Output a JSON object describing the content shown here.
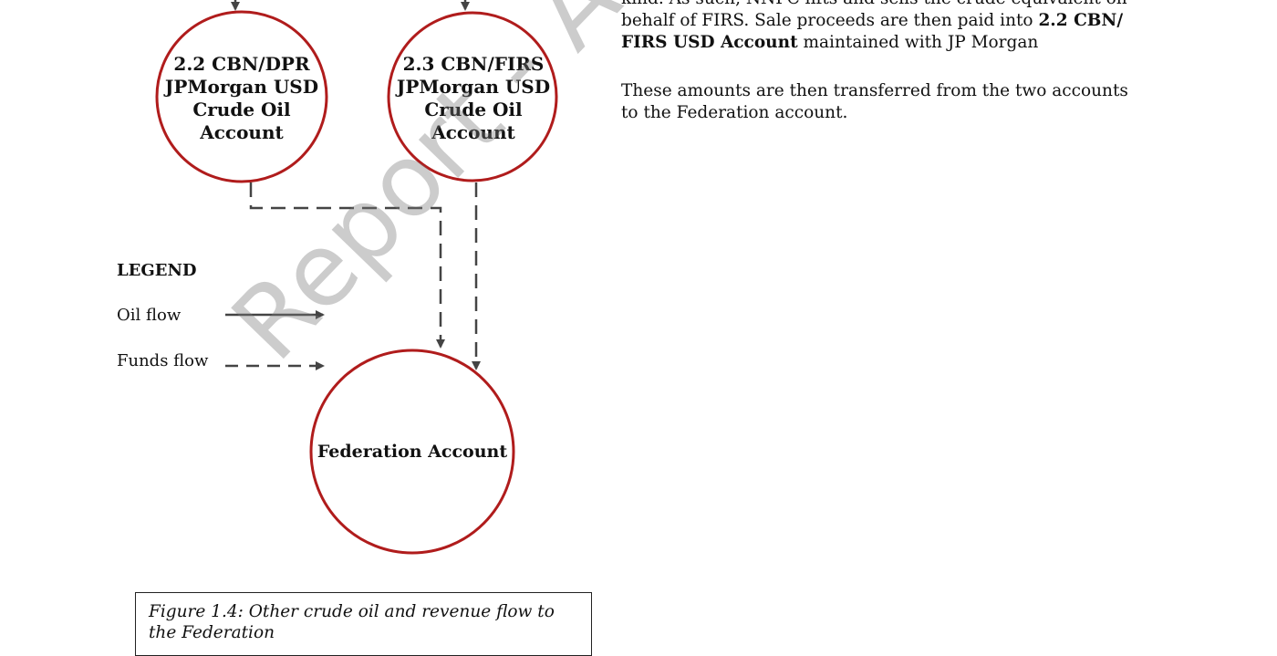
{
  "diagram": {
    "nodes": {
      "dpr_account": "2.2 CBN/DPR JPMorgan USD Crude Oil Account",
      "firs_account": "2.3 CBN/FIRS JPMorgan USD Crude Oil Account",
      "federation_account": "Federation Account"
    },
    "edges": [
      {
        "from": "dpr_account",
        "to": "federation_account",
        "type": "funds flow"
      },
      {
        "from": "firs_account",
        "to": "federation_account",
        "type": "funds flow"
      }
    ],
    "colors": {
      "circle_stroke": "#b01c1c",
      "arrow": "#444444"
    }
  },
  "legend": {
    "title": "LEGEND",
    "oil_flow": "Oil flow",
    "funds_flow": "Funds flow"
  },
  "text": {
    "paragraph1_line1": "kind. As such, NNPC lifts and sells the crude equivalent on",
    "paragraph1_line2": "behalf of FIRS. Sale proceeds are then paid into ",
    "paragraph1_bold1": "2.2 CBN/",
    "paragraph1_bold2": "FIRS USD Account",
    "paragraph1_line3_rest": " maintained with JP Morgan",
    "paragraph2": "These amounts are then transferred from the two accounts to the Federation account."
  },
  "caption": "Figure 1.4: Other crude oil and revenue flow to the Federation",
  "watermark": "Report - AuGF's"
}
